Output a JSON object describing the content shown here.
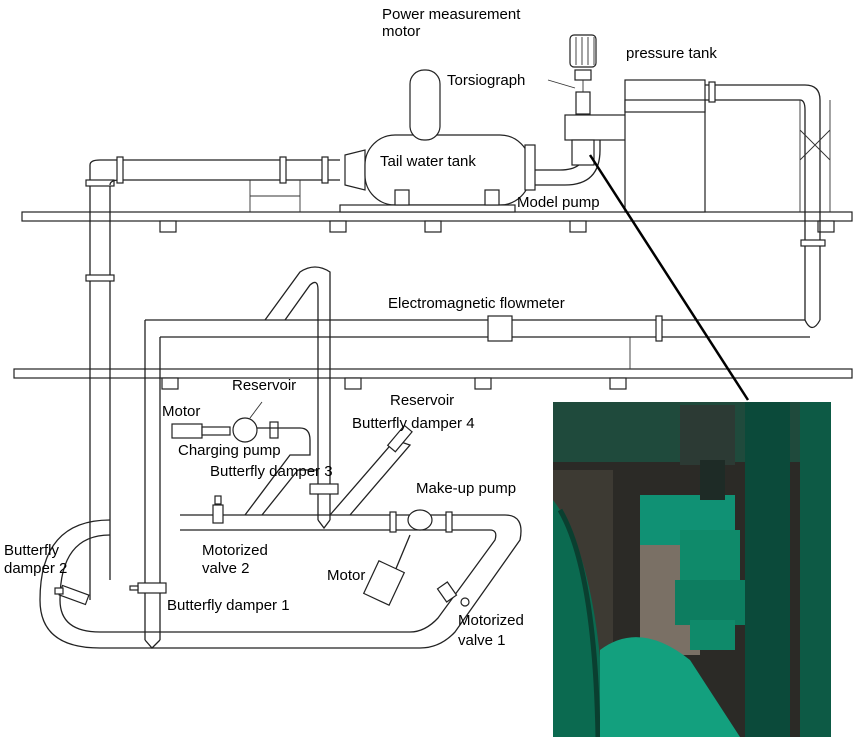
{
  "labels": {
    "power_measurement_motor_line1": "Power measurement",
    "power_measurement_motor_line2": "motor",
    "torsiograph": "Torsiograph",
    "pressure_tank": "pressure tank",
    "tail_water_tank": "Tail water tank",
    "model_pump": "Model pump",
    "electromagnetic_flowmeter": "Electromagnetic flowmeter",
    "reservoir_left": "Reservoir",
    "motor_left": "Motor",
    "charging_pump": "Charging pump",
    "butterfly_damper_3": "Butterfly damper 3",
    "reservoir_right": "Reservoir",
    "butterfly_damper_4": "Butterfly damper 4",
    "make_up_pump": "Make-up pump",
    "butterfly_damper_2_line1": "Butterfly",
    "butterfly_damper_2_line2": "damper 2",
    "motorized_valve_2_line1": "Motorized",
    "motorized_valve_2_line2": "valve 2",
    "motor_bottom": "Motor",
    "butterfly_damper_1": "Butterfly damper 1",
    "motorized_valve_1_line1": "Motorized",
    "motorized_valve_1_line2": "valve 1"
  },
  "colors": {
    "line": "#222222",
    "photo_green": "#0f8a6a",
    "photo_dark": "#0b4a3a",
    "photo_bg": "#2b2a26"
  },
  "photo": {
    "subject": "model-pump-photograph"
  }
}
